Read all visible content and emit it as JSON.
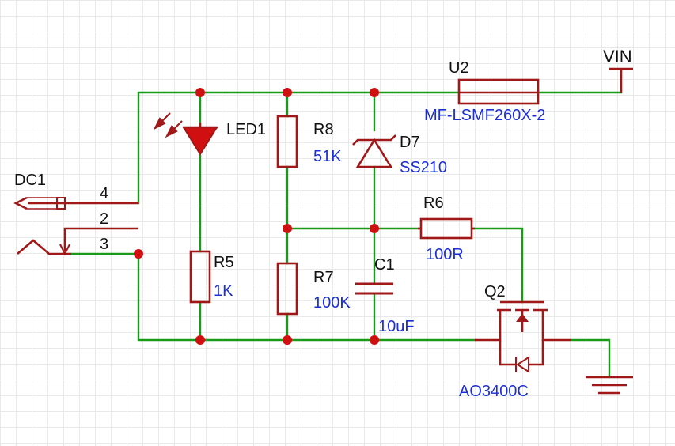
{
  "components": {
    "dc1": {
      "designator": "DC1",
      "pins": [
        "4",
        "2",
        "3"
      ]
    },
    "led1": {
      "designator": "LED1"
    },
    "r8": {
      "designator": "R8",
      "value": "51K"
    },
    "d7": {
      "designator": "D7",
      "value": "SS210"
    },
    "u2": {
      "designator": "U2",
      "value": "MF-LSMF260X-2"
    },
    "r6": {
      "designator": "R6",
      "value": "100R"
    },
    "r5": {
      "designator": "R5",
      "value": "1K"
    },
    "r7": {
      "designator": "R7",
      "value": "100K"
    },
    "c1": {
      "designator": "C1",
      "value": "10uF"
    },
    "q2": {
      "designator": "Q2",
      "value": "AO3400C"
    }
  },
  "nets": {
    "vin": "VIN"
  },
  "colors": {
    "wire": "#1a9a1a",
    "symbol": "#a01818",
    "junction": "#d01010",
    "value_text": "#1c2fd6",
    "designator_text": "#111111",
    "grid": "#e9e9e9"
  },
  "icons": [
    "ground-symbol",
    "power-port-vin",
    "dc-jack",
    "led",
    "zener-diode",
    "fuse",
    "resistor",
    "capacitor",
    "n-mosfet"
  ]
}
